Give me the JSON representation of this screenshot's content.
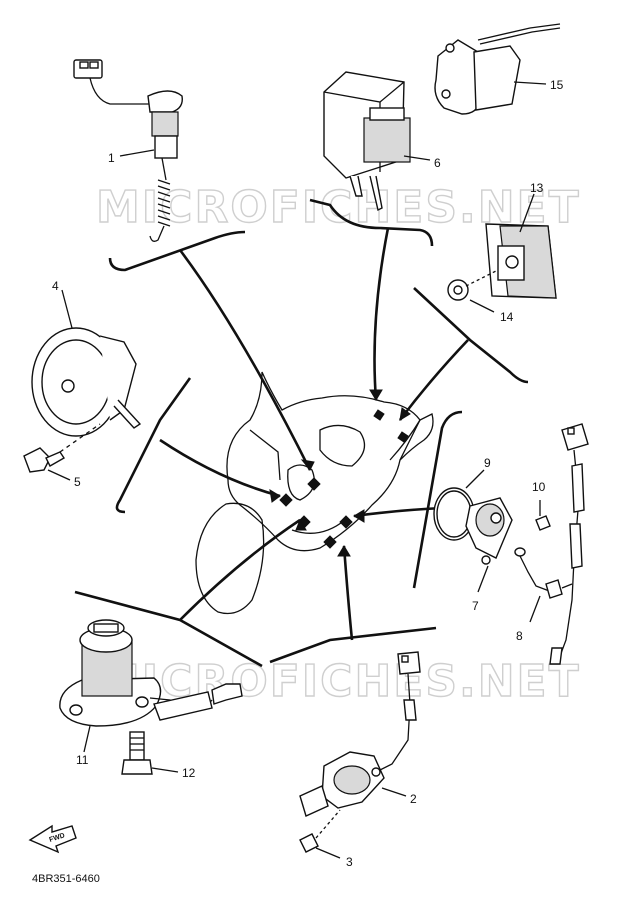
{
  "diagram": {
    "watermarks": [
      "MICROFICHES.NET",
      "MICROFICHES.NET"
    ],
    "callouts": [
      {
        "id": "1",
        "label": "1"
      },
      {
        "id": "2",
        "label": "2"
      },
      {
        "id": "3",
        "label": "3"
      },
      {
        "id": "4",
        "label": "4"
      },
      {
        "id": "5",
        "label": "5"
      },
      {
        "id": "6",
        "label": "6"
      },
      {
        "id": "7",
        "label": "7"
      },
      {
        "id": "8",
        "label": "8"
      },
      {
        "id": "9",
        "label": "9"
      },
      {
        "id": "10",
        "label": "10"
      },
      {
        "id": "11",
        "label": "11"
      },
      {
        "id": "12",
        "label": "12"
      },
      {
        "id": "13",
        "label": "13"
      },
      {
        "id": "14",
        "label": "14"
      },
      {
        "id": "15",
        "label": "15"
      }
    ],
    "direction_arrow_label": "FWD",
    "drawing_code": "4BR351-6460"
  }
}
